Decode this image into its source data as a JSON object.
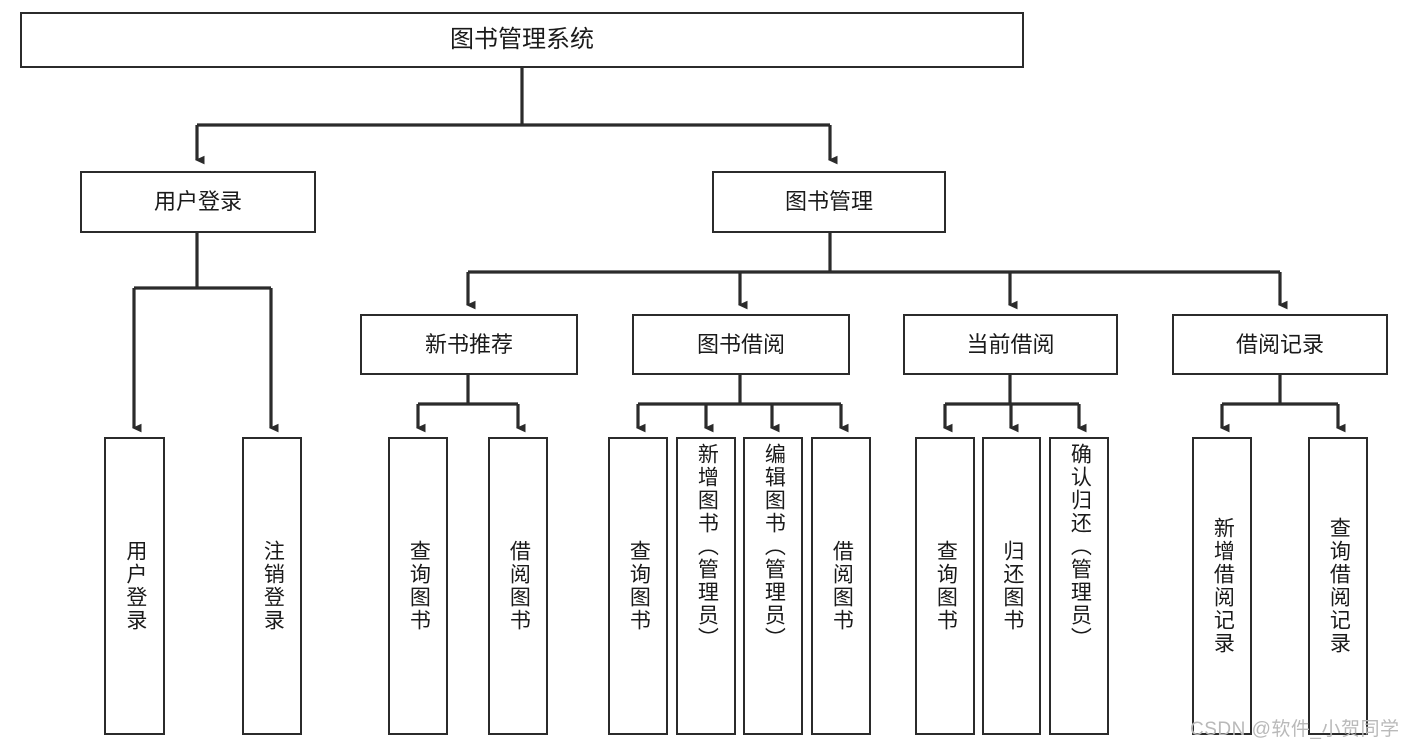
{
  "diagram": {
    "type": "tree-hierarchy",
    "title": "图书管理系统",
    "root": {
      "id": "root",
      "label": "图书管理系统",
      "level": 1
    },
    "level2": [
      {
        "id": "user-login",
        "label": "用户登录",
        "level": 2
      },
      {
        "id": "book-manage",
        "label": "图书管理",
        "level": 2
      }
    ],
    "level3": [
      {
        "id": "new-book-rec",
        "label": "新书推荐",
        "level": 3,
        "parent": "book-manage"
      },
      {
        "id": "book-borrow",
        "label": "图书借阅",
        "level": 3,
        "parent": "book-manage"
      },
      {
        "id": "current-borrow",
        "label": "当前借阅",
        "level": 3,
        "parent": "book-manage"
      },
      {
        "id": "borrow-record",
        "label": "借阅记录",
        "level": 3,
        "parent": "book-manage"
      }
    ],
    "leaves": [
      {
        "id": "leaf-user-login",
        "label": "用户登录",
        "parent": "user-login"
      },
      {
        "id": "leaf-logout",
        "label": "注销登录",
        "parent": "user-login"
      },
      {
        "id": "leaf-query-book-1",
        "label": "查询图书",
        "parent": "new-book-rec"
      },
      {
        "id": "leaf-borrow-book-1",
        "label": "借阅图书",
        "parent": "new-book-rec"
      },
      {
        "id": "leaf-query-book-2",
        "label": "查询图书",
        "parent": "book-borrow"
      },
      {
        "id": "leaf-add-book",
        "label": "新增图书（管理员）",
        "parent": "book-borrow"
      },
      {
        "id": "leaf-edit-book",
        "label": "编辑图书（管理员）",
        "parent": "book-borrow"
      },
      {
        "id": "leaf-borrow-book-2",
        "label": "借阅图书",
        "parent": "book-borrow"
      },
      {
        "id": "leaf-query-book-3",
        "label": "查询图书",
        "parent": "current-borrow"
      },
      {
        "id": "leaf-return-book",
        "label": "归还图书",
        "parent": "current-borrow"
      },
      {
        "id": "leaf-confirm-return",
        "label": "确认归还（管理员）",
        "parent": "current-borrow"
      },
      {
        "id": "leaf-add-record",
        "label": "新增借阅记录",
        "parent": "borrow-record"
      },
      {
        "id": "leaf-query-record",
        "label": "查询借阅记录",
        "parent": "borrow-record"
      }
    ],
    "colors": {
      "stroke": "#2b2b2b",
      "fill": "#ffffff",
      "text": "#1a1a1a",
      "watermark": "#b9b9b9"
    }
  },
  "watermark": {
    "text": "CSDN @软件_小贺同学"
  }
}
